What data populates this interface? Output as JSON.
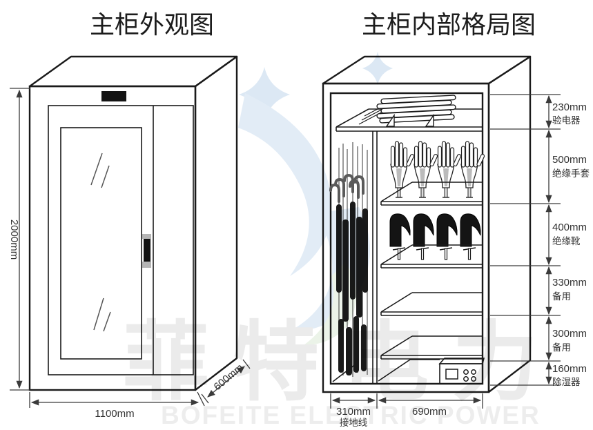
{
  "titles": {
    "left": "主柜外观图",
    "right": "主柜内部格局图"
  },
  "exterior_dimensions": {
    "height": "2000mm",
    "width": "1100mm",
    "depth": "600mm"
  },
  "interior_sections": [
    {
      "size": "230mm",
      "label": "验电器"
    },
    {
      "size": "500mm",
      "label": "绝缘手套"
    },
    {
      "size": "400mm",
      "label": "绝缘靴"
    },
    {
      "size": "330mm",
      "label": "备用"
    },
    {
      "size": "300mm",
      "label": "备用"
    },
    {
      "size": "160mm",
      "label": "除湿器"
    }
  ],
  "interior_bottom": {
    "left_size": "310mm",
    "left_label": "接地线",
    "right_size": "690mm"
  },
  "watermark": {
    "latin": "BOFEITE ELECTRIC POWER",
    "cjk": "菲特电力"
  },
  "colors": {
    "cabinet_gray": "#cdcdcd",
    "line": "#1a1a1a",
    "watermark_blue": "#b9d2ea",
    "watermark_green": "#cfe3c8",
    "watermark_gray": "#cecece"
  }
}
